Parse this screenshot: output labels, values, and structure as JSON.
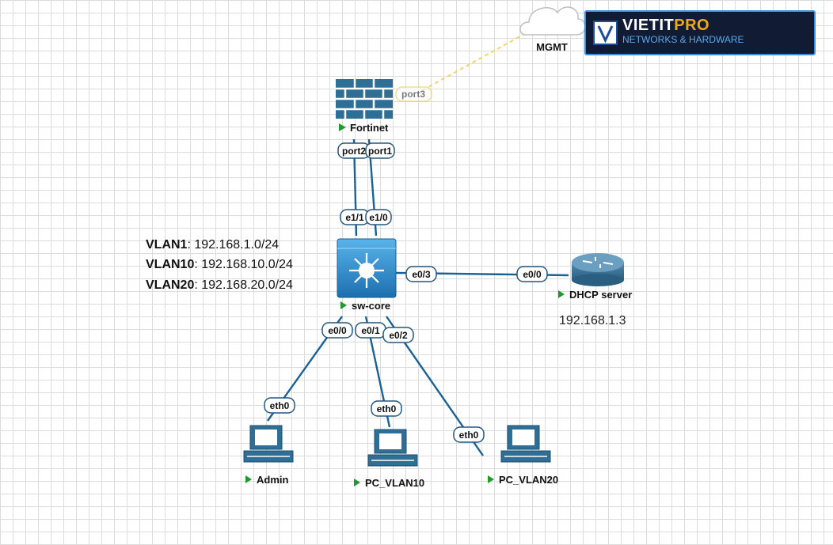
{
  "brand": {
    "name_part1": "VIETIT",
    "name_part2": "PRO",
    "tagline": "NETWORKS & HARDWARE",
    "colors": {
      "background": "#111c34",
      "border": "#3a8ed8",
      "accent": "#f3a712",
      "tagline": "#59a9e8"
    }
  },
  "nodes": {
    "mgmt": {
      "label": "MGMT",
      "icon": "cloud-icon"
    },
    "fortinet": {
      "label": "Fortinet",
      "icon": "firewall-icon"
    },
    "sw_core": {
      "label": "sw-core",
      "icon": "multilayer-switch-icon"
    },
    "dhcp": {
      "label": "DHCP server",
      "ip": "192.168.1.3",
      "icon": "router-icon"
    },
    "admin": {
      "label": "Admin",
      "icon": "pc-icon"
    },
    "pc_vlan10": {
      "label": "PC_VLAN10",
      "icon": "pc-icon"
    },
    "pc_vlan20": {
      "label": "PC_VLAN20",
      "icon": "pc-icon"
    }
  },
  "ports": {
    "fw_port3": "port3",
    "fw_port2": "port2",
    "fw_port1": "port1",
    "sw_e1_1": "e1/1",
    "sw_e1_0": "e1/0",
    "sw_e0_3": "e0/3",
    "sw_e0_0": "e0/0",
    "sw_e0_1": "e0/1",
    "sw_e0_2": "e0/2",
    "dhcp_e0_0": "e0/0",
    "admin_eth0": "eth0",
    "pc10_eth0": "eth0",
    "pc20_eth0": "eth0"
  },
  "vlans": [
    {
      "name": "VLAN1",
      "subnet": ": 192.168.1.0/24"
    },
    {
      "name": "VLAN10",
      "subnet": ": 192.168.10.0/24"
    },
    {
      "name": "VLAN20",
      "subnet": ": 192.168.20.0/24"
    }
  ],
  "colors": {
    "link": "#1a6196",
    "mgmt_link": "#f2d46a",
    "node_status": "#1f9a2e",
    "device_blue": "#2f6f95"
  }
}
